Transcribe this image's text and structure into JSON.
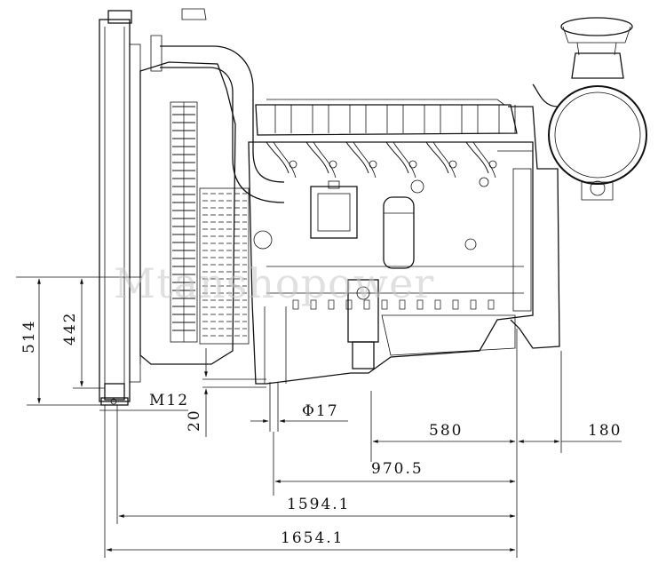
{
  "drawing": {
    "watermark": "Mtanshopower",
    "dimensions": {
      "d514": "514",
      "d442": "442",
      "m12": "M12",
      "d20": "20",
      "phi17": "Φ17",
      "d580": "580",
      "d180": "180",
      "d970": "970.5",
      "d1594": "1594.1",
      "d1654": "1654.1"
    }
  }
}
